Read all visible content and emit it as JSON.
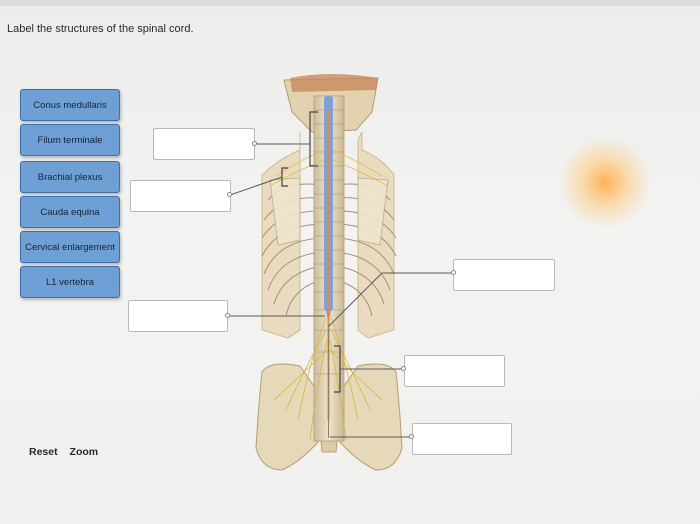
{
  "instruction": "Label the structures of the spinal cord.",
  "labels": [
    "Conus medullaris",
    "Filum terminale",
    "Brachial plexus",
    "Cauda equina",
    "Cervical enlargement",
    "L1 vertebra"
  ],
  "controls": {
    "reset": "Reset",
    "zoom": "Zoom"
  },
  "colors": {
    "chip_fill": "#6ea0d6",
    "chip_border": "#3f6fa6",
    "spinal_cord": "#7fa0d8",
    "nerve": "#e08a3a"
  }
}
